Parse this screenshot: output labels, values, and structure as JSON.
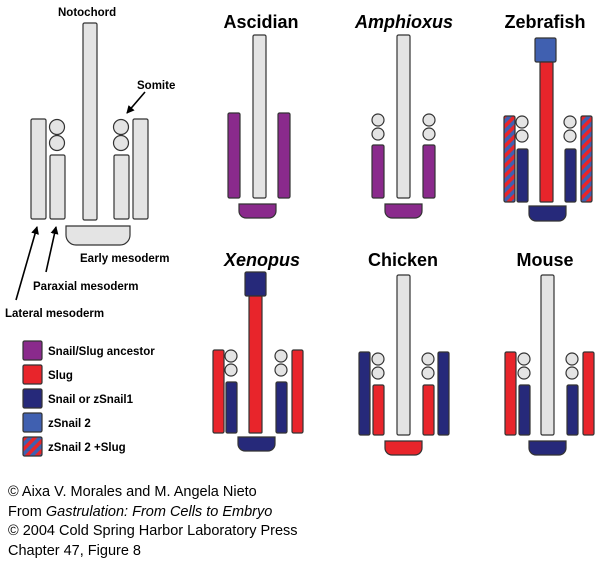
{
  "reference": {
    "notochord": "Notochord",
    "somite": "Somite",
    "early_mesoderm": "Early mesoderm",
    "paraxial_mesoderm": "Paraxial mesoderm",
    "lateral_mesoderm": "Lateral mesoderm"
  },
  "organisms": {
    "ascidian": "Ascidian",
    "amphioxus": "Amphioxus",
    "zebrafish": "Zebrafish",
    "xenopus": "Xenopus",
    "chicken": "Chicken",
    "mouse": "Mouse"
  },
  "legend": [
    {
      "label": "Snail/Slug ancestor",
      "color": "#8a2a8c"
    },
    {
      "label": "Slug",
      "color": "#e8252b"
    },
    {
      "label": "Snail or zSnail1",
      "color": "#26297a"
    },
    {
      "label": "zSnail 2",
      "color": "#4060b0"
    },
    {
      "label": "zSnail 2 +Slug",
      "color": "striped #e8252b/#4060b0"
    }
  ],
  "colors": {
    "gray": "#e4e4e4",
    "purple": "#8a2a8c",
    "red": "#e8252b",
    "navy": "#26297a",
    "blue": "#4060b0"
  },
  "credit": {
    "line1": "© Aixa V. Morales and M. Angela Nieto",
    "line2_prefix": "From ",
    "line2_title": "Gastrulation: From Cells to Embryo",
    "line3": "© 2004  Cold Spring Harbor Laboratory Press",
    "line4": "Chapter 47, Figure 8"
  }
}
